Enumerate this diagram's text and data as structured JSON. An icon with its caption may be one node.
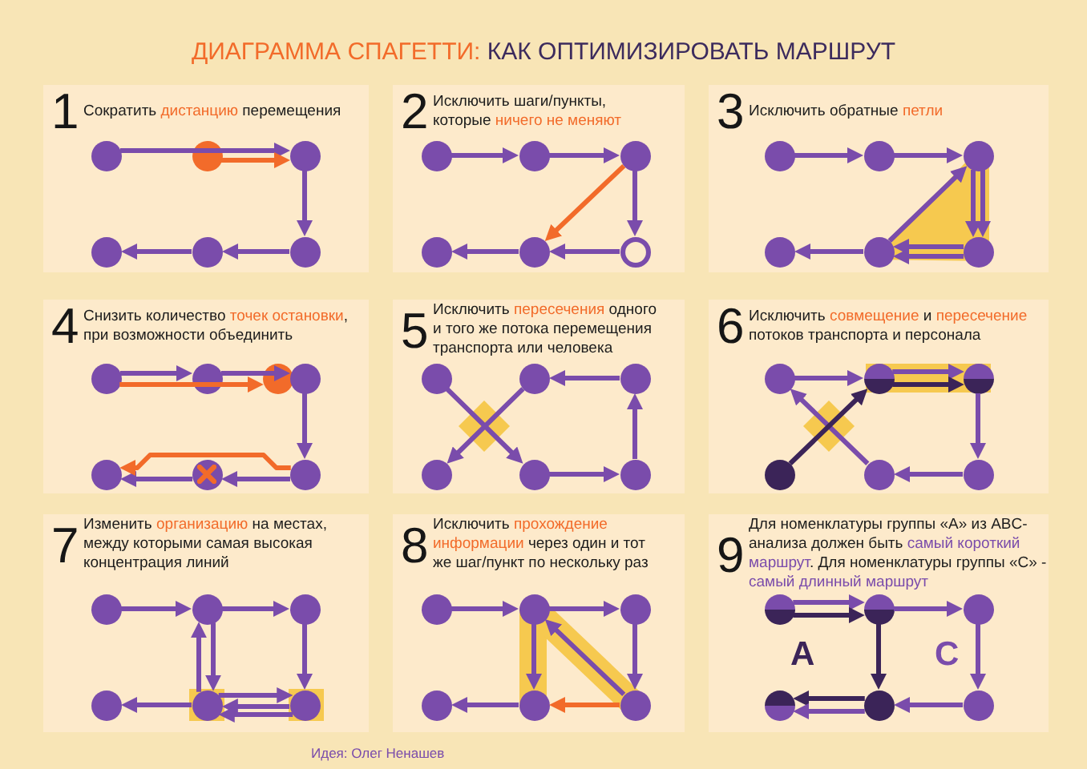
{
  "diagram": {
    "title": "**ДИАГРАММА СПАГЕТТИ:** КАК ОПТИМИЗИРОВАТЬ МАРШРУТ",
    "nodes": [
      {
        "text": [
          "1",
          "Сократить **дистанцию** перемещения"
        ]
      },
      {
        "text": [],
        "shape": "circle",
        "in": 0
      },
      {
        "text": [],
        "shape": "circle",
        "in": 0
      },
      {
        "text": [],
        "shape": "circle",
        "in": 0
      },
      {
        "text": [],
        "shape": "circle",
        "in": 0
      },
      {
        "text": [],
        "shape": "circle",
        "in": 0
      },
      {
        "text": [],
        "shape": "circle",
        "in": 0
      },
      {
        "text": [
          "2",
          "Исключить шаги/пункты, которые **ничего не меняют**"
        ]
      },
      {
        "text": [],
        "shape": "circle",
        "in": 7
      },
      {
        "text": [],
        "shape": "circle",
        "in": 7
      },
      {
        "text": [],
        "shape": "circle",
        "in": 7
      },
      {
        "text": [],
        "shape": "circle",
        "in": 7
      },
      {
        "text": [],
        "shape": "circle",
        "in": 7
      },
      {
        "text": [],
        "shape": "circle",
        "in": 7
      },
      {
        "text": [
          "3",
          "Исключить обратные **петли**"
        ]
      },
      {
        "text": [],
        "shape": "circle",
        "in": 14
      },
      {
        "text": [],
        "shape": "circle",
        "in": 14
      },
      {
        "text": [],
        "shape": "circle",
        "in": 14
      },
      {
        "text": [],
        "shape": "circle",
        "in": 14
      },
      {
        "text": [],
        "shape": "circle",
        "in": 14
      },
      {
        "text": [],
        "shape": "circle",
        "in": 14
      },
      {
        "text": [
          "4",
          "Снизить количество **точек остановки**, при возможности объединить"
        ]
      },
      {
        "text": [],
        "shape": "circle",
        "in": 21
      },
      {
        "text": [],
        "shape": "circle",
        "in": 21
      },
      {
        "text": [],
        "shape": "circle",
        "in": 21
      },
      {
        "text": [],
        "shape": "circle",
        "in": 21
      },
      {
        "text": [],
        "shape": "circle",
        "in": 21
      },
      {
        "text": [],
        "shape": "circle",
        "in": 21
      },
      {
        "text": [],
        "shape": "circle",
        "in": 21
      },
      {
        "text": [
          "5",
          "Исключить **пересечения** одного и того же потока перемещения транспорта или человека"
        ]
      },
      {
        "text": [],
        "shape": "circle",
        "in": 29
      },
      {
        "text": [],
        "shape": "circle",
        "in": 29
      },
      {
        "text": [],
        "shape": "circle",
        "in": 29
      },
      {
        "text": [],
        "shape": "circle",
        "in": 29
      },
      {
        "text": [],
        "shape": "circle",
        "in": 29
      },
      {
        "text": [],
        "shape": "circle",
        "in": 29
      },
      {
        "text": [
          "6",
          "Исключить **совмещение** и **пересечение** потоков транспорта и персонала"
        ]
      },
      {
        "text": [],
        "shape": "circle",
        "in": 36
      },
      {
        "text": [],
        "shape": "circle",
        "in": 36
      },
      {
        "text": [],
        "shape": "circle",
        "in": 36
      },
      {
        "text": [],
        "shape": "circle",
        "in": 36
      },
      {
        "text": [],
        "shape": "circle",
        "in": 36
      },
      {
        "text": [],
        "shape": "circle",
        "in": 36
      },
      {
        "text": [
          "7",
          "Изменить **организацию** на местах, между которыми самая высокая концентрация линий"
        ]
      },
      {
        "text": [],
        "shape": "circle",
        "in": 43
      },
      {
        "text": [],
        "shape": "circle",
        "in": 43
      },
      {
        "text": [],
        "shape": "circle",
        "in": 43
      },
      {
        "text": [],
        "shape": "circle",
        "in": 43
      },
      {
        "text": [],
        "shape": "circle",
        "in": 43
      },
      {
        "text": [],
        "shape": "circle",
        "in": 43
      },
      {
        "text": [
          "8",
          "Исключить **прохождение информации** через один и тот же шаг/пункт по нескольку раз"
        ]
      },
      {
        "text": [],
        "shape": "circle",
        "in": 50
      },
      {
        "text": [],
        "shape": "circle",
        "in": 50
      },
      {
        "text": [],
        "shape": "circle",
        "in": 50
      },
      {
        "text": [],
        "shape": "circle",
        "in": 50
      },
      {
        "text": [],
        "shape": "circle",
        "in": 50
      },
      {
        "text": [],
        "shape": "circle",
        "in": 50
      },
      {
        "text": [
          "9",
          "Для номенклатуры группы «А» из ABC-анализа должен быть **самый короткий маршрут**. Для номенклатуры группы «С» - **самый длинный маршрут**"
        ]
      },
      {
        "text": [],
        "shape": "circle",
        "in": 57
      },
      {
        "text": [],
        "shape": "circle",
        "in": 57
      },
      {
        "text": [],
        "shape": "circle",
        "in": 57
      },
      {
        "text": [],
        "shape": "circle",
        "in": 57
      },
      {
        "text": [],
        "shape": "circle",
        "in": 57
      },
      {
        "text": [],
        "shape": "circle",
        "in": 57
      }
    ],
    "edges": [
      {
        "from": 1,
        "to": 3,
        "arrow": "to"
      },
      {
        "from": 2,
        "to": 3,
        "arrow": "to",
        "color": "#f26b2a"
      },
      {
        "from": 3,
        "to": 6,
        "arrow": "to"
      },
      {
        "from": 6,
        "to": 5,
        "arrow": "to"
      },
      {
        "from": 5,
        "to": 4,
        "arrow": "to"
      },
      {
        "from": 8,
        "to": 9,
        "arrow": "to"
      },
      {
        "from": 9,
        "to": 10,
        "arrow": "to"
      },
      {
        "from": 10,
        "to": 13,
        "arrow": "to"
      },
      {
        "from": 13,
        "to": 12,
        "arrow": "to"
      },
      {
        "from": 12,
        "to": 11,
        "arrow": "to"
      },
      {
        "from": 10,
        "to": 12,
        "arrow": "to",
        "color": "#f26b2a"
      },
      {
        "from": 15,
        "to": 16,
        "arrow": "to"
      },
      {
        "from": 16,
        "to": 17,
        "arrow": "to"
      },
      {
        "from": 17,
        "to": 20,
        "arrow": "to"
      },
      {
        "from": 17,
        "to": 20,
        "arrow": "to"
      },
      {
        "from": 20,
        "to": 19,
        "arrow": "to"
      },
      {
        "from": 20,
        "to": 19,
        "arrow": "to"
      },
      {
        "from": 19,
        "to": 17,
        "arrow": "to"
      },
      {
        "from": 19,
        "to": 18,
        "arrow": "to"
      },
      {
        "from": 22,
        "to": 23,
        "arrow": "to"
      },
      {
        "from": 22,
        "to": 24,
        "arrow": "to",
        "color": "#f26b2a"
      },
      {
        "from": 23,
        "to": 25,
        "arrow": "to"
      },
      {
        "from": 25,
        "to": 28,
        "arrow": "to"
      },
      {
        "from": 28,
        "to": 27,
        "arrow": "to"
      },
      {
        "from": 27,
        "to": 26,
        "arrow": "to"
      },
      {
        "from": 28,
        "to": 26,
        "arrow": "to",
        "color": "#f26b2a"
      },
      {
        "from": 30,
        "to": 34,
        "arrow": "to"
      },
      {
        "from": 34,
        "to": 35,
        "arrow": "to"
      },
      {
        "from": 35,
        "to": 32,
        "arrow": "to"
      },
      {
        "from": 32,
        "to": 31,
        "arrow": "to"
      },
      {
        "from": 31,
        "to": 33,
        "arrow": "to"
      },
      {
        "from": 37,
        "to": 38,
        "arrow": "to"
      },
      {
        "from": 38,
        "to": 39,
        "arrow": "to"
      },
      {
        "from": 38,
        "to": 39,
        "arrow": "to",
        "color": "#3b2458"
      },
      {
        "from": 39,
        "to": 42,
        "arrow": "to"
      },
      {
        "from": 42,
        "to": 41,
        "arrow": "to"
      },
      {
        "from": 41,
        "to": 37,
        "arrow": "to"
      },
      {
        "from": 40,
        "to": 38,
        "arrow": "to",
        "color": "#3b2458"
      },
      {
        "from": 44,
        "to": 45,
        "arrow": "to"
      },
      {
        "from": 45,
        "to": 46,
        "arrow": "to"
      },
      {
        "from": 46,
        "to": 49,
        "arrow": "to"
      },
      {
        "from": 45,
        "to": 48,
        "arrow": "to"
      },
      {
        "from": 48,
        "to": 45,
        "arrow": "to"
      },
      {
        "from": 48,
        "to": 49,
        "arrow": "to"
      },
      {
        "from": 49,
        "to": 48,
        "arrow": "to"
      },
      {
        "from": 49,
        "to": 48,
        "arrow": "to"
      },
      {
        "from": 48,
        "to": 47,
        "arrow": "to"
      },
      {
        "from": 51,
        "to": 52,
        "arrow": "to"
      },
      {
        "from": 52,
        "to": 53,
        "arrow": "to"
      },
      {
        "from": 53,
        "to": 56,
        "arrow": "to"
      },
      {
        "from": 52,
        "to": 55,
        "arrow": "to"
      },
      {
        "from": 56,
        "to": 52,
        "arrow": "to"
      },
      {
        "from": 56,
        "to": 55,
        "arrow": "to",
        "color": "#f26b2a"
      },
      {
        "from": 55,
        "to": 54,
        "arrow": "to"
      },
      {
        "from": 58,
        "to": 59,
        "arrow": "to"
      },
      {
        "from": 58,
        "to": 59,
        "arrow": "to",
        "color": "#3b2458"
      },
      {
        "from": 59,
        "to": 60,
        "arrow": "to"
      },
      {
        "from": 59,
        "to": 62,
        "arrow": "to",
        "color": "#3b2458"
      },
      {
        "from": 60,
        "to": 63,
        "arrow": "to"
      },
      {
        "from": 63,
        "to": 62,
        "arrow": "to"
      },
      {
        "from": 62,
        "to": 61,
        "arrow": "to",
        "color": "#3b2458"
      },
      {
        "from": 62,
        "to": 61,
        "arrow": "to"
      }
    ],
    "labels": [
      "A",
      "C",
      "Идея: Олег Ненашев"
    ]
  }
}
